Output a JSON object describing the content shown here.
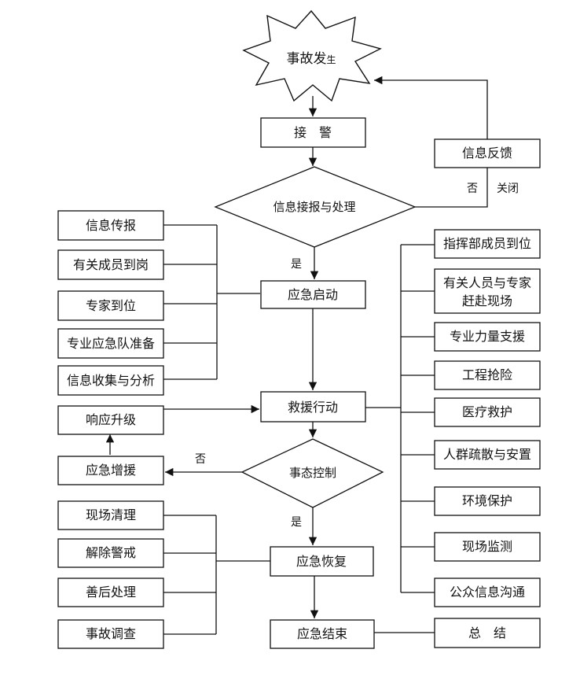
{
  "start": {
    "main": "事故发",
    "small": "生"
  },
  "center": {
    "receive": "接　警",
    "decision1": "信息接报与处理",
    "activate": "应急启动",
    "rescue": "救援行动",
    "decision2": "事态控制",
    "recover": "应急恢复",
    "end": "应急结束"
  },
  "feedback": "信息反馈",
  "summary": "总　结",
  "labels": {
    "d1_no": "否",
    "d1_close": "关闭",
    "d1_yes": "是",
    "d2_no": "否",
    "d2_yes": "是"
  },
  "left_activation": [
    "信息传报",
    "有关成员到岗",
    "专家到位",
    "专业应急队准备",
    "信息收集与分析"
  ],
  "left_escalation": {
    "upgrade": "响应升级",
    "reinforce": "应急增援"
  },
  "left_recovery": [
    "现场清理",
    "解除警戒",
    "善后处理",
    "事故调查"
  ],
  "right_actions": [
    {
      "line1": "指挥部成员到位"
    },
    {
      "line1": "有关人员与专家",
      "line2": "赶赴现场"
    },
    {
      "line1": "专业力量支援"
    },
    {
      "line1": "工程抢险"
    },
    {
      "line1": "医疗救护"
    },
    {
      "line1": "人群疏散与安置"
    },
    {
      "line1": "环境保护"
    },
    {
      "line1": "现场监测"
    },
    {
      "line1": "公众信息沟通"
    }
  ]
}
